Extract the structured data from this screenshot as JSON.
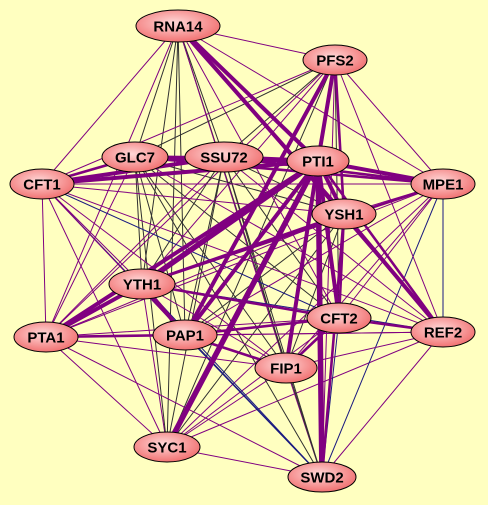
{
  "colors": {
    "background": "#ffffc0",
    "edge_purple": "#800080",
    "edge_dark": "#303030",
    "edge_navy": "#1a1a80",
    "node_fill_center": "#ffd0d0",
    "node_fill_edge": "#f07070",
    "node_stroke": "#000000"
  },
  "nodes": [
    {
      "id": "RNA14",
      "label": "RNA14"
    },
    {
      "id": "PFS2",
      "label": "PFS2"
    },
    {
      "id": "GLC7",
      "label": "GLC7"
    },
    {
      "id": "SSU72",
      "label": "SSU72"
    },
    {
      "id": "PTI1",
      "label": "PTI1"
    },
    {
      "id": "CFT1",
      "label": "CFT1"
    },
    {
      "id": "MPE1",
      "label": "MPE1"
    },
    {
      "id": "YSH1",
      "label": "YSH1"
    },
    {
      "id": "YTH1",
      "label": "YTH1"
    },
    {
      "id": "CFT2",
      "label": "CFT2"
    },
    {
      "id": "PTA1",
      "label": "PTA1"
    },
    {
      "id": "PAP1",
      "label": "PAP1"
    },
    {
      "id": "REF2",
      "label": "REF2"
    },
    {
      "id": "FIP1",
      "label": "FIP1"
    },
    {
      "id": "SYC1",
      "label": "SYC1"
    },
    {
      "id": "SWD2",
      "label": "SWD2"
    }
  ],
  "edges": [
    {
      "source": "RNA14",
      "target": "PTI1",
      "weight": 3,
      "color": "purple"
    },
    {
      "source": "RNA14",
      "target": "YSH1",
      "weight": 3,
      "color": "purple"
    },
    {
      "source": "PFS2",
      "target": "PTI1",
      "weight": 3,
      "color": "purple"
    },
    {
      "source": "PFS2",
      "target": "YSH1",
      "weight": 2,
      "color": "purple"
    },
    {
      "source": "PFS2",
      "target": "PAP1",
      "weight": 3,
      "color": "purple"
    },
    {
      "source": "CFT1",
      "target": "PTI1",
      "weight": 3,
      "color": "purple"
    },
    {
      "source": "CFT1",
      "target": "GLC7",
      "weight": 2,
      "color": "purple"
    },
    {
      "source": "CFT1",
      "target": "SSU72",
      "weight": 3,
      "color": "purple"
    },
    {
      "source": "GLC7",
      "target": "PTI1",
      "weight": 3,
      "color": "purple"
    },
    {
      "source": "GLC7",
      "target": "MPE1",
      "weight": 2,
      "color": "purple"
    },
    {
      "source": "SSU72",
      "target": "PTI1",
      "weight": 3,
      "color": "purple"
    },
    {
      "source": "SSU72",
      "target": "MPE1",
      "weight": 2,
      "color": "purple"
    },
    {
      "source": "PTI1",
      "target": "MPE1",
      "weight": 3,
      "color": "purple"
    },
    {
      "source": "PTI1",
      "target": "YSH1",
      "weight": 3,
      "color": "purple"
    },
    {
      "source": "PTI1",
      "target": "CFT2",
      "weight": 3,
      "color": "purple"
    },
    {
      "source": "PTI1",
      "target": "YTH1",
      "weight": 4,
      "color": "purple"
    },
    {
      "source": "PTI1",
      "target": "PTA1",
      "weight": 3,
      "color": "purple"
    },
    {
      "source": "PTI1",
      "target": "PAP1",
      "weight": 3,
      "color": "purple"
    },
    {
      "source": "PTI1",
      "target": "FIP1",
      "weight": 3,
      "color": "purple"
    },
    {
      "source": "PTI1",
      "target": "SYC1",
      "weight": 4,
      "color": "purple"
    },
    {
      "source": "PTI1",
      "target": "SWD2",
      "weight": 4,
      "color": "purple"
    },
    {
      "source": "PTI1",
      "target": "REF2",
      "weight": 2,
      "color": "purple"
    },
    {
      "source": "YSH1",
      "target": "REF2",
      "weight": 3,
      "color": "purple"
    },
    {
      "source": "YSH1",
      "target": "YTH1",
      "weight": 2,
      "color": "purple"
    },
    {
      "source": "YSH1",
      "target": "CFT2",
      "weight": 2,
      "color": "purple"
    },
    {
      "source": "YTH1",
      "target": "PTA1",
      "weight": 3,
      "color": "purple"
    },
    {
      "source": "YTH1",
      "target": "PAP1",
      "weight": 3,
      "color": "purple"
    },
    {
      "source": "YTH1",
      "target": "CFT2",
      "weight": 2,
      "color": "purple"
    },
    {
      "source": "YTH1",
      "target": "MPE1",
      "weight": 2,
      "color": "purple"
    },
    {
      "source": "CFT2",
      "target": "REF2",
      "weight": 2,
      "color": "purple"
    },
    {
      "source": "CFT2",
      "target": "PAP1",
      "weight": 2,
      "color": "purple"
    },
    {
      "source": "CFT2",
      "target": "FIP1",
      "weight": 2,
      "color": "purple"
    },
    {
      "source": "PAP1",
      "target": "PTA1",
      "weight": 2,
      "color": "purple"
    },
    {
      "source": "PAP1",
      "target": "FIP1",
      "weight": 2,
      "color": "purple"
    },
    {
      "source": "PAP1",
      "target": "REF2",
      "weight": 1,
      "color": "purple"
    },
    {
      "source": "SYC1",
      "target": "SWD2",
      "weight": 1,
      "color": "purple"
    },
    {
      "source": "SYC1",
      "target": "YTH1",
      "weight": 1,
      "color": "purple"
    },
    {
      "source": "SYC1",
      "target": "PTA1",
      "weight": 1,
      "color": "purple"
    },
    {
      "source": "SYC1",
      "target": "FIP1",
      "weight": 1,
      "color": "purple"
    },
    {
      "source": "SYC1",
      "target": "CFT1",
      "weight": 1,
      "color": "purple"
    },
    {
      "source": "SYC1",
      "target": "GLC7",
      "weight": 1,
      "color": "dark"
    },
    {
      "source": "SYC1",
      "target": "SSU72",
      "weight": 1,
      "color": "dark"
    },
    {
      "source": "SYC1",
      "target": "RNA14",
      "weight": 1,
      "color": "dark"
    },
    {
      "source": "SYC1",
      "target": "CFT2",
      "weight": 1,
      "color": "purple"
    },
    {
      "source": "SYC1",
      "target": "REF2",
      "weight": 1,
      "color": "purple"
    },
    {
      "source": "SYC1",
      "target": "YSH1",
      "weight": 1,
      "color": "dark"
    },
    {
      "source": "SYC1",
      "target": "MPE1",
      "weight": 1,
      "color": "purple"
    },
    {
      "source": "SYC1",
      "target": "PFS2",
      "weight": 1,
      "color": "dark"
    },
    {
      "source": "SWD2",
      "target": "FIP1",
      "weight": 1,
      "color": "purple"
    },
    {
      "source": "SWD2",
      "target": "CFT2",
      "weight": 1,
      "color": "navy"
    },
    {
      "source": "SWD2",
      "target": "REF2",
      "weight": 1,
      "color": "purple"
    },
    {
      "source": "SWD2",
      "target": "PAP1",
      "weight": 1,
      "color": "navy"
    },
    {
      "source": "SWD2",
      "target": "YTH1",
      "weight": 1,
      "color": "navy"
    },
    {
      "source": "SWD2",
      "target": "PTA1",
      "weight": 1,
      "color": "purple"
    },
    {
      "source": "SWD2",
      "target": "MPE1",
      "weight": 1,
      "color": "navy"
    },
    {
      "source": "SWD2",
      "target": "YSH1",
      "weight": 2,
      "color": "purple"
    },
    {
      "source": "SWD2",
      "target": "GLC7",
      "weight": 1,
      "color": "dark"
    },
    {
      "source": "SWD2",
      "target": "SSU72",
      "weight": 1,
      "color": "dark"
    },
    {
      "source": "SWD2",
      "target": "CFT1",
      "weight": 1,
      "color": "navy"
    },
    {
      "source": "SWD2",
      "target": "PFS2",
      "weight": 1,
      "color": "purple"
    },
    {
      "source": "SWD2",
      "target": "RNA14",
      "weight": 1,
      "color": "dark"
    },
    {
      "source": "RNA14",
      "target": "PFS2",
      "weight": 1,
      "color": "purple"
    },
    {
      "source": "RNA14",
      "target": "GLC7",
      "weight": 1,
      "color": "dark"
    },
    {
      "source": "RNA14",
      "target": "SSU72",
      "weight": 1,
      "color": "dark"
    },
    {
      "source": "RNA14",
      "target": "CFT1",
      "weight": 1,
      "color": "purple"
    },
    {
      "source": "RNA14",
      "target": "MPE1",
      "weight": 1,
      "color": "purple"
    },
    {
      "source": "RNA14",
      "target": "YTH1",
      "weight": 1,
      "color": "dark"
    },
    {
      "source": "RNA14",
      "target": "PAP1",
      "weight": 1,
      "color": "dark"
    },
    {
      "source": "RNA14",
      "target": "CFT2",
      "weight": 1,
      "color": "purple"
    },
    {
      "source": "RNA14",
      "target": "PTA1",
      "weight": 1,
      "color": "purple"
    },
    {
      "source": "RNA14",
      "target": "REF2",
      "weight": 1,
      "color": "purple"
    },
    {
      "source": "RNA14",
      "target": "FIP1",
      "weight": 1,
      "color": "purple"
    },
    {
      "source": "PFS2",
      "target": "GLC7",
      "weight": 1,
      "color": "dark"
    },
    {
      "source": "PFS2",
      "target": "SSU72",
      "weight": 1,
      "color": "dark"
    },
    {
      "source": "PFS2",
      "target": "CFT1",
      "weight": 1,
      "color": "purple"
    },
    {
      "source": "PFS2",
      "target": "MPE1",
      "weight": 1,
      "color": "purple"
    },
    {
      "source": "PFS2",
      "target": "YTH1",
      "weight": 1,
      "color": "purple"
    },
    {
      "source": "PFS2",
      "target": "CFT2",
      "weight": 1,
      "color": "dark"
    },
    {
      "source": "PFS2",
      "target": "PTA1",
      "weight": 1,
      "color": "purple"
    },
    {
      "source": "PFS2",
      "target": "REF2",
      "weight": 1,
      "color": "purple"
    },
    {
      "source": "PFS2",
      "target": "FIP1",
      "weight": 1,
      "color": "purple"
    },
    {
      "source": "GLC7",
      "target": "SSU72",
      "weight": 2,
      "color": "purple"
    },
    {
      "source": "GLC7",
      "target": "YSH1",
      "weight": 1,
      "color": "dark"
    },
    {
      "source": "GLC7",
      "target": "YTH1",
      "weight": 1,
      "color": "dark"
    },
    {
      "source": "GLC7",
      "target": "CFT2",
      "weight": 1,
      "color": "dark"
    },
    {
      "source": "GLC7",
      "target": "PTA1",
      "weight": 1,
      "color": "purple"
    },
    {
      "source": "GLC7",
      "target": "PAP1",
      "weight": 1,
      "color": "dark"
    },
    {
      "source": "GLC7",
      "target": "REF2",
      "weight": 1,
      "color": "purple"
    },
    {
      "source": "GLC7",
      "target": "FIP1",
      "weight": 1,
      "color": "dark"
    },
    {
      "source": "SSU72",
      "target": "YSH1",
      "weight": 1,
      "color": "dark"
    },
    {
      "source": "SSU72",
      "target": "YTH1",
      "weight": 1,
      "color": "dark"
    },
    {
      "source": "SSU72",
      "target": "CFT2",
      "weight": 1,
      "color": "dark"
    },
    {
      "source": "SSU72",
      "target": "PTA1",
      "weight": 1,
      "color": "purple"
    },
    {
      "source": "SSU72",
      "target": "PAP1",
      "weight": 1,
      "color": "dark"
    },
    {
      "source": "SSU72",
      "target": "REF2",
      "weight": 1,
      "color": "purple"
    },
    {
      "source": "SSU72",
      "target": "FIP1",
      "weight": 1,
      "color": "dark"
    },
    {
      "source": "CFT1",
      "target": "MPE1",
      "weight": 1,
      "color": "purple"
    },
    {
      "source": "CFT1",
      "target": "YSH1",
      "weight": 1,
      "color": "purple"
    },
    {
      "source": "CFT1",
      "target": "YTH1",
      "weight": 1,
      "color": "purple"
    },
    {
      "source": "CFT1",
      "target": "CFT2",
      "weight": 1,
      "color": "navy"
    },
    {
      "source": "CFT1",
      "target": "PTA1",
      "weight": 1,
      "color": "purple"
    },
    {
      "source": "CFT1",
      "target": "PAP1",
      "weight": 1,
      "color": "purple"
    },
    {
      "source": "CFT1",
      "target": "REF2",
      "weight": 1,
      "color": "purple"
    },
    {
      "source": "CFT1",
      "target": "FIP1",
      "weight": 1,
      "color": "purple"
    },
    {
      "source": "MPE1",
      "target": "YSH1",
      "weight": 1,
      "color": "purple"
    },
    {
      "source": "MPE1",
      "target": "CFT2",
      "weight": 1,
      "color": "purple"
    },
    {
      "source": "MPE1",
      "target": "PTA1",
      "weight": 1,
      "color": "purple"
    },
    {
      "source": "MPE1",
      "target": "PAP1",
      "weight": 1,
      "color": "purple"
    },
    {
      "source": "MPE1",
      "target": "REF2",
      "weight": 1,
      "color": "navy"
    },
    {
      "source": "MPE1",
      "target": "FIP1",
      "weight": 1,
      "color": "purple"
    },
    {
      "source": "YSH1",
      "target": "PTA1",
      "weight": 1,
      "color": "purple"
    },
    {
      "source": "YSH1",
      "target": "PAP1",
      "weight": 1,
      "color": "dark"
    },
    {
      "source": "YSH1",
      "target": "FIP1",
      "weight": 1,
      "color": "dark"
    },
    {
      "source": "YTH1",
      "target": "REF2",
      "weight": 1,
      "color": "navy"
    },
    {
      "source": "YTH1",
      "target": "FIP1",
      "weight": 1,
      "color": "purple"
    },
    {
      "source": "CFT2",
      "target": "PTA1",
      "weight": 1,
      "color": "purple"
    },
    {
      "source": "PTA1",
      "target": "REF2",
      "weight": 1,
      "color": "purple"
    },
    {
      "source": "PTA1",
      "target": "FIP1",
      "weight": 1,
      "color": "purple"
    },
    {
      "source": "REF2",
      "target": "FIP1",
      "weight": 1,
      "color": "purple"
    }
  ]
}
